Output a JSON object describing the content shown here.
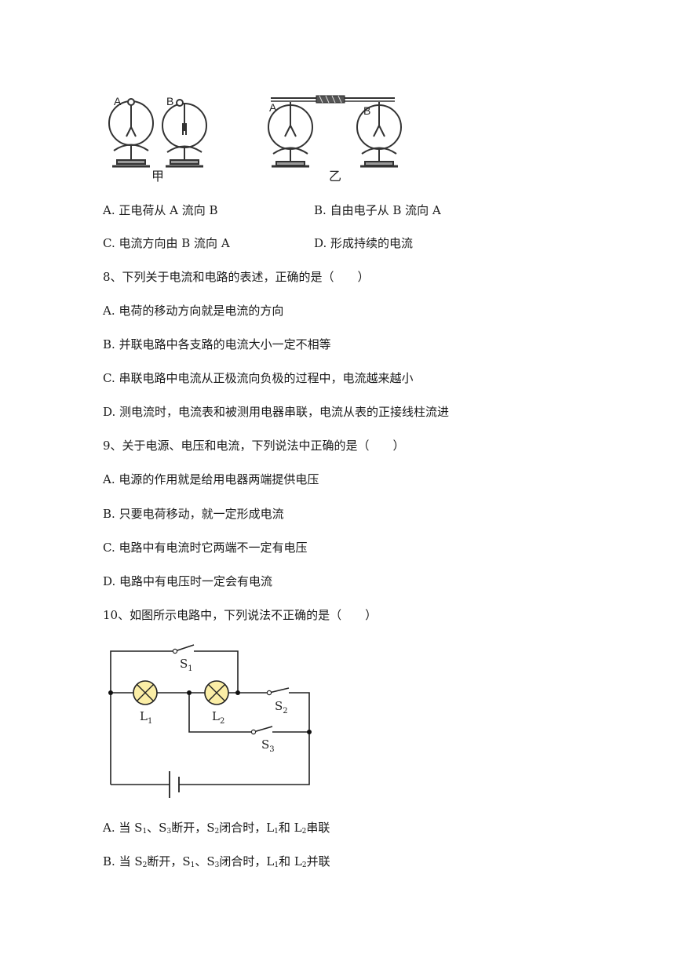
{
  "figure1": {
    "label_jia": "甲",
    "label_yi": "乙",
    "electroscopes": [
      "A",
      "B",
      "A",
      "B"
    ]
  },
  "q7": {
    "options": [
      {
        "letter": "A.",
        "text": "正电荷从 A 流向 B"
      },
      {
        "letter": "B.",
        "text": "自由电子从 B 流向 A"
      },
      {
        "letter": "C.",
        "text": "电流方向由 B 流向 A"
      },
      {
        "letter": "D.",
        "text": "形成持续的电流"
      }
    ]
  },
  "q8": {
    "question": "8、下列关于电流和电路的表述，正确的是（　　）",
    "options": [
      {
        "letter": "A.",
        "text": "电荷的移动方向就是电流的方向"
      },
      {
        "letter": "B.",
        "text": "并联电路中各支路的电流大小一定不相等"
      },
      {
        "letter": "C.",
        "text": "串联电路中电流从正极流向负极的过程中，电流越来越小"
      },
      {
        "letter": "D.",
        "text": "测电流时，电流表和被测用电器串联，电流从表的正接线柱流进"
      }
    ]
  },
  "q9": {
    "question": "9、关于电源、电压和电流，下列说法中正确的是（　　）",
    "options": [
      {
        "letter": "A.",
        "text": "电源的作用就是给用电器两端提供电压"
      },
      {
        "letter": "B.",
        "text": "只要电荷移动，就一定形成电流"
      },
      {
        "letter": "C.",
        "text": "电路中有电流时它两端不一定有电压"
      },
      {
        "letter": "D.",
        "text": "电路中有电压时一定会有电流"
      }
    ]
  },
  "q10": {
    "question": "10、如图所示电路中，下列说法不正确的是（　　）",
    "circuit_labels": {
      "S1": "S",
      "S1_sub": "1",
      "S2": "S",
      "S2_sub": "2",
      "S3": "S",
      "S3_sub": "3",
      "L1": "L",
      "L1_sub": "1",
      "L2": "L",
      "L2_sub": "2"
    },
    "optA": {
      "letter": "A.",
      "t1": "当 S",
      "s1": "1",
      "t2": "、S",
      "s2": "3",
      "t3": "断开，S",
      "s3": "2",
      "t4": "闭合时，L",
      "s4": "1",
      "t5": "和 L",
      "s5": "2",
      "t6": "串联"
    },
    "optB": {
      "letter": "B.",
      "t1": "当 S",
      "s1": "2",
      "t2": "断开，S",
      "s2": "1",
      "t3": "、S",
      "s3": "3",
      "t4": "闭合时，L",
      "s4": "1",
      "t5": "和 L",
      "s5": "2",
      "t6": "并联"
    }
  }
}
